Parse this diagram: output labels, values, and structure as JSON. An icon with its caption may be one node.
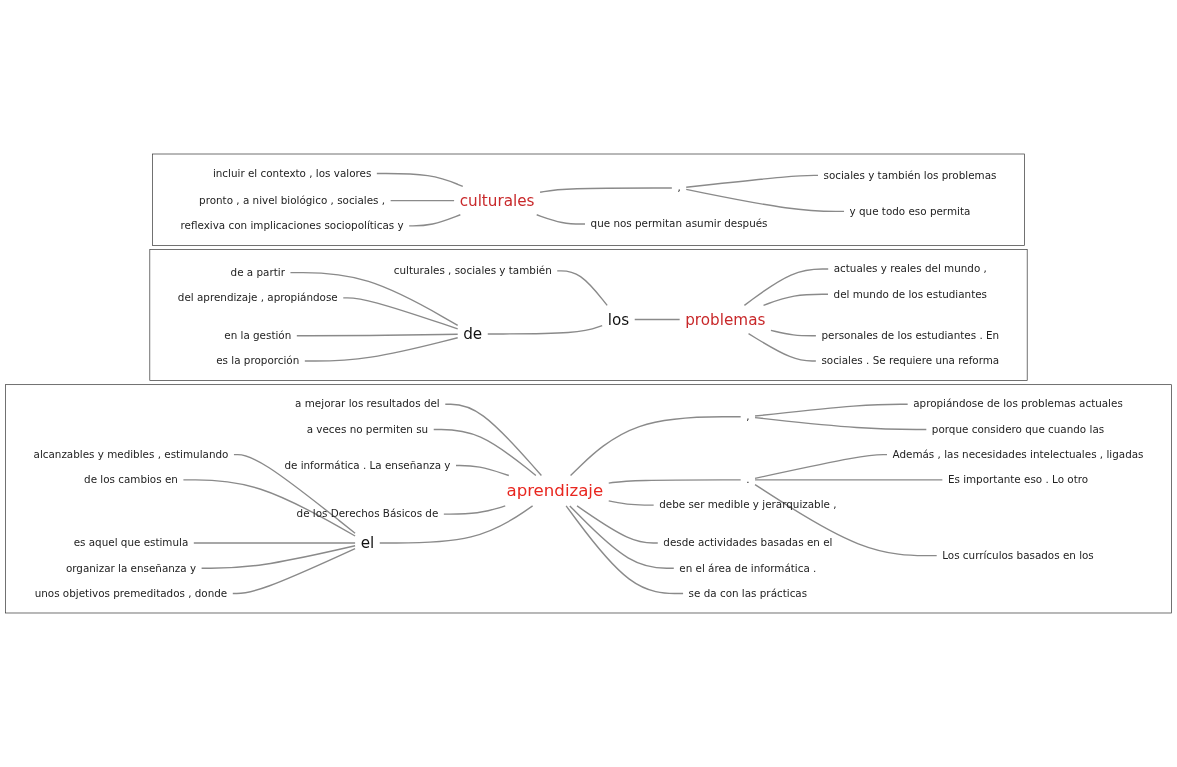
{
  "diagram": {
    "nodes": [
      {
        "text": [],
        "shape": "box"
      },
      {
        "text": [
          "a mejorar los resultados del"
        ],
        "in": 0
      },
      {
        "text": [
          "a veces no permiten su"
        ],
        "in": 0
      },
      {
        "text": [
          "de informática . La enseñanza y"
        ],
        "in": 0
      },
      {
        "text": [
          "de los Derechos Básicos de"
        ],
        "in": 0
      },
      {
        "text": [
          "alcanzables y medibles , estimulando"
        ],
        "in": 0
      },
      {
        "text": [
          "de los cambios en"
        ],
        "in": 0
      },
      {
        "text": [
          "es aquel que estimula"
        ],
        "in": 0
      },
      {
        "text": [
          "organizar la enseñanza y"
        ],
        "in": 0
      },
      {
        "text": [
          "unos objetivos premeditados , donde"
        ],
        "in": 0
      },
      {
        "text": [
          "el"
        ],
        "in": 0
      },
      {
        "text": [
          "aprendizaje"
        ],
        "in": 0
      },
      {
        "text": [
          ","
        ],
        "in": 0
      },
      {
        "text": [
          "apropiándose de los problemas actuales"
        ],
        "in": 0
      },
      {
        "text": [
          "porque considero que cuando las"
        ],
        "in": 0
      },
      {
        "text": [
          "."
        ],
        "in": 0
      },
      {
        "text": [
          "Además , las necesidades intelectuales , ligadas"
        ],
        "in": 0
      },
      {
        "text": [
          "Es importante eso . Lo otro"
        ],
        "in": 0
      },
      {
        "text": [
          "Los currículos basados en los"
        ],
        "in": 0
      },
      {
        "text": [
          "debe ser medible y jerarquizable ,"
        ],
        "in": 0
      },
      {
        "text": [
          "desde actividades basadas en el"
        ],
        "in": 0
      },
      {
        "text": [
          "en el área de informática ."
        ],
        "in": 0
      },
      {
        "text": [
          "se da con las prácticas"
        ],
        "in": 0
      },
      {
        "text": [],
        "shape": "box"
      },
      {
        "text": [
          "culturales , sociales y también"
        ],
        "in": 23
      },
      {
        "text": [
          "de a partir"
        ],
        "in": 23
      },
      {
        "text": [
          "del aprendizaje , apropiándose"
        ],
        "in": 23
      },
      {
        "text": [
          "en la gestión"
        ],
        "in": 23
      },
      {
        "text": [
          "es la proporción"
        ],
        "in": 23
      },
      {
        "text": [
          "de"
        ],
        "in": 23
      },
      {
        "text": [
          "los"
        ],
        "in": 23
      },
      {
        "text": [
          "problemas"
        ],
        "in": 23
      },
      {
        "text": [
          "actuales y reales del mundo ,"
        ],
        "in": 23
      },
      {
        "text": [
          "del mundo de los estudiantes"
        ],
        "in": 23
      },
      {
        "text": [
          "personales de los estudiantes . En"
        ],
        "in": 23
      },
      {
        "text": [
          "sociales . Se requiere una reforma"
        ],
        "in": 23
      },
      {
        "text": [],
        "shape": "box"
      },
      {
        "text": [
          "incluir el contexto , los valores"
        ],
        "in": 36
      },
      {
        "text": [
          "pronto , a nivel biológico , sociales ,"
        ],
        "in": 36
      },
      {
        "text": [
          "reflexiva con implicaciones sociopolíticas y"
        ],
        "in": 36
      },
      {
        "text": [
          "culturales"
        ],
        "in": 36
      },
      {
        "text": [
          ","
        ],
        "in": 36
      },
      {
        "text": [
          "sociales y también los problemas"
        ],
        "in": 36
      },
      {
        "text": [
          "y que todo eso permita"
        ],
        "in": 36
      },
      {
        "text": [
          "que nos permitan asumir después"
        ],
        "in": 36
      }
    ],
    "edges": [
      {
        "from": 1,
        "to": 11,
        "arrow": "none"
      },
      {
        "from": 2,
        "to": 11,
        "arrow": "none"
      },
      {
        "from": 3,
        "to": 11,
        "arrow": "none"
      },
      {
        "from": 4,
        "to": 11,
        "arrow": "none"
      },
      {
        "from": 5,
        "to": 10,
        "arrow": "none"
      },
      {
        "from": 6,
        "to": 10,
        "arrow": "none"
      },
      {
        "from": 7,
        "to": 10,
        "arrow": "none"
      },
      {
        "from": 8,
        "to": 10,
        "arrow": "none"
      },
      {
        "from": 9,
        "to": 10,
        "arrow": "none"
      },
      {
        "from": 10,
        "to": 11,
        "arrow": "none"
      },
      {
        "from": 11,
        "to": 12,
        "arrow": "none"
      },
      {
        "from": 12,
        "to": 13,
        "arrow": "none"
      },
      {
        "from": 12,
        "to": 14,
        "arrow": "none"
      },
      {
        "from": 11,
        "to": 15,
        "arrow": "none"
      },
      {
        "from": 15,
        "to": 16,
        "arrow": "none"
      },
      {
        "from": 15,
        "to": 17,
        "arrow": "none"
      },
      {
        "from": 15,
        "to": 18,
        "arrow": "none"
      },
      {
        "from": 11,
        "to": 19,
        "arrow": "none"
      },
      {
        "from": 11,
        "to": 20,
        "arrow": "none"
      },
      {
        "from": 11,
        "to": 21,
        "arrow": "none"
      },
      {
        "from": 11,
        "to": 22,
        "arrow": "none"
      },
      {
        "from": 24,
        "to": 30,
        "arrow": "none"
      },
      {
        "from": 25,
        "to": 29,
        "arrow": "none"
      },
      {
        "from": 26,
        "to": 29,
        "arrow": "none"
      },
      {
        "from": 27,
        "to": 29,
        "arrow": "none"
      },
      {
        "from": 28,
        "to": 29,
        "arrow": "none"
      },
      {
        "from": 29,
        "to": 30,
        "arrow": "none"
      },
      {
        "from": 30,
        "to": 31,
        "arrow": "none"
      },
      {
        "from": 31,
        "to": 32,
        "arrow": "none"
      },
      {
        "from": 31,
        "to": 33,
        "arrow": "none"
      },
      {
        "from": 31,
        "to": 34,
        "arrow": "none"
      },
      {
        "from": 31,
        "to": 35,
        "arrow": "none"
      },
      {
        "from": 37,
        "to": 40,
        "arrow": "none"
      },
      {
        "from": 38,
        "to": 40,
        "arrow": "none"
      },
      {
        "from": 39,
        "to": 40,
        "arrow": "none"
      },
      {
        "from": 40,
        "to": 41,
        "arrow": "none"
      },
      {
        "from": 41,
        "to": 42,
        "arrow": "none"
      },
      {
        "from": 41,
        "to": 43,
        "arrow": "none"
      },
      {
        "from": 40,
        "to": 44,
        "arrow": "none"
      }
    ]
  }
}
